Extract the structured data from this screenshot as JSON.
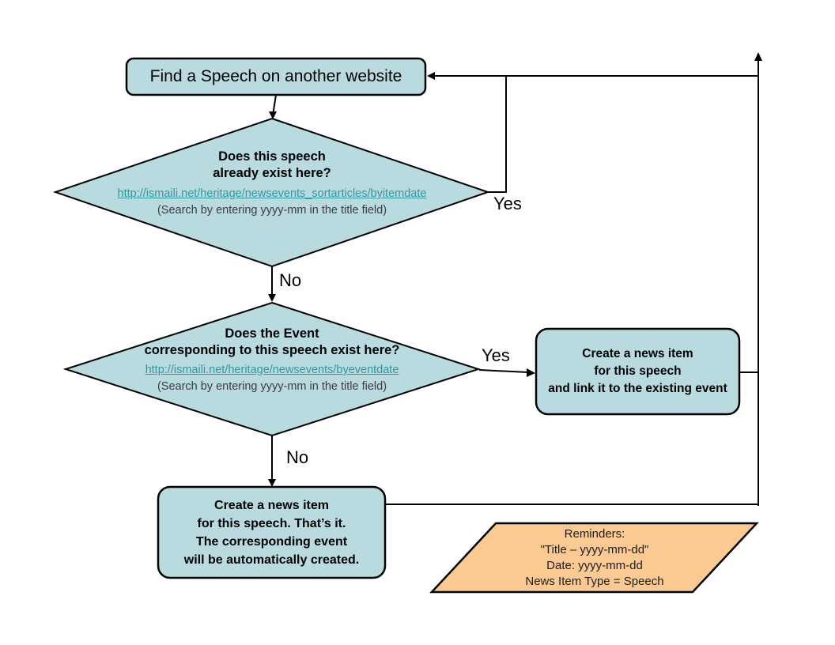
{
  "colors": {
    "node_fill": "#b9dbe0",
    "reminder_fill": "#fbca92",
    "link_text": "#2e999f",
    "line": "#000000"
  },
  "start": {
    "label": "Find a Speech on another website"
  },
  "decision1": {
    "line1": "Does this speech",
    "line2": "already exist here?",
    "link": "http://ismaili.net/heritage/newsevents_sortarticles/byitemdate",
    "hint": "(Search by entering yyyy-mm in the title field)"
  },
  "decision2": {
    "line1": "Does the Event",
    "line2": "corresponding to this speech exist here?",
    "link": "http://ismaili.net/heritage/newsevents/byeventdate",
    "hint": "(Search by entering yyyy-mm in the title field)"
  },
  "action_link_existing": {
    "line1": "Create a news item",
    "line2": "for this speech",
    "line3": "and link it to the existing event"
  },
  "action_create_new": {
    "line1": "Create a news item",
    "line2": "for this speech. That’s it.",
    "line3": "The corresponding event",
    "line4": "will be automatically created."
  },
  "reminder": {
    "line1": "Reminders:",
    "line2": "\"Title – yyyy-mm-dd\"",
    "line3": "Date: yyyy-mm-dd",
    "line4": "News Item Type = Speech"
  },
  "branches": {
    "yes1": "Yes",
    "no1": "No",
    "yes2": "Yes",
    "no2": "No"
  }
}
